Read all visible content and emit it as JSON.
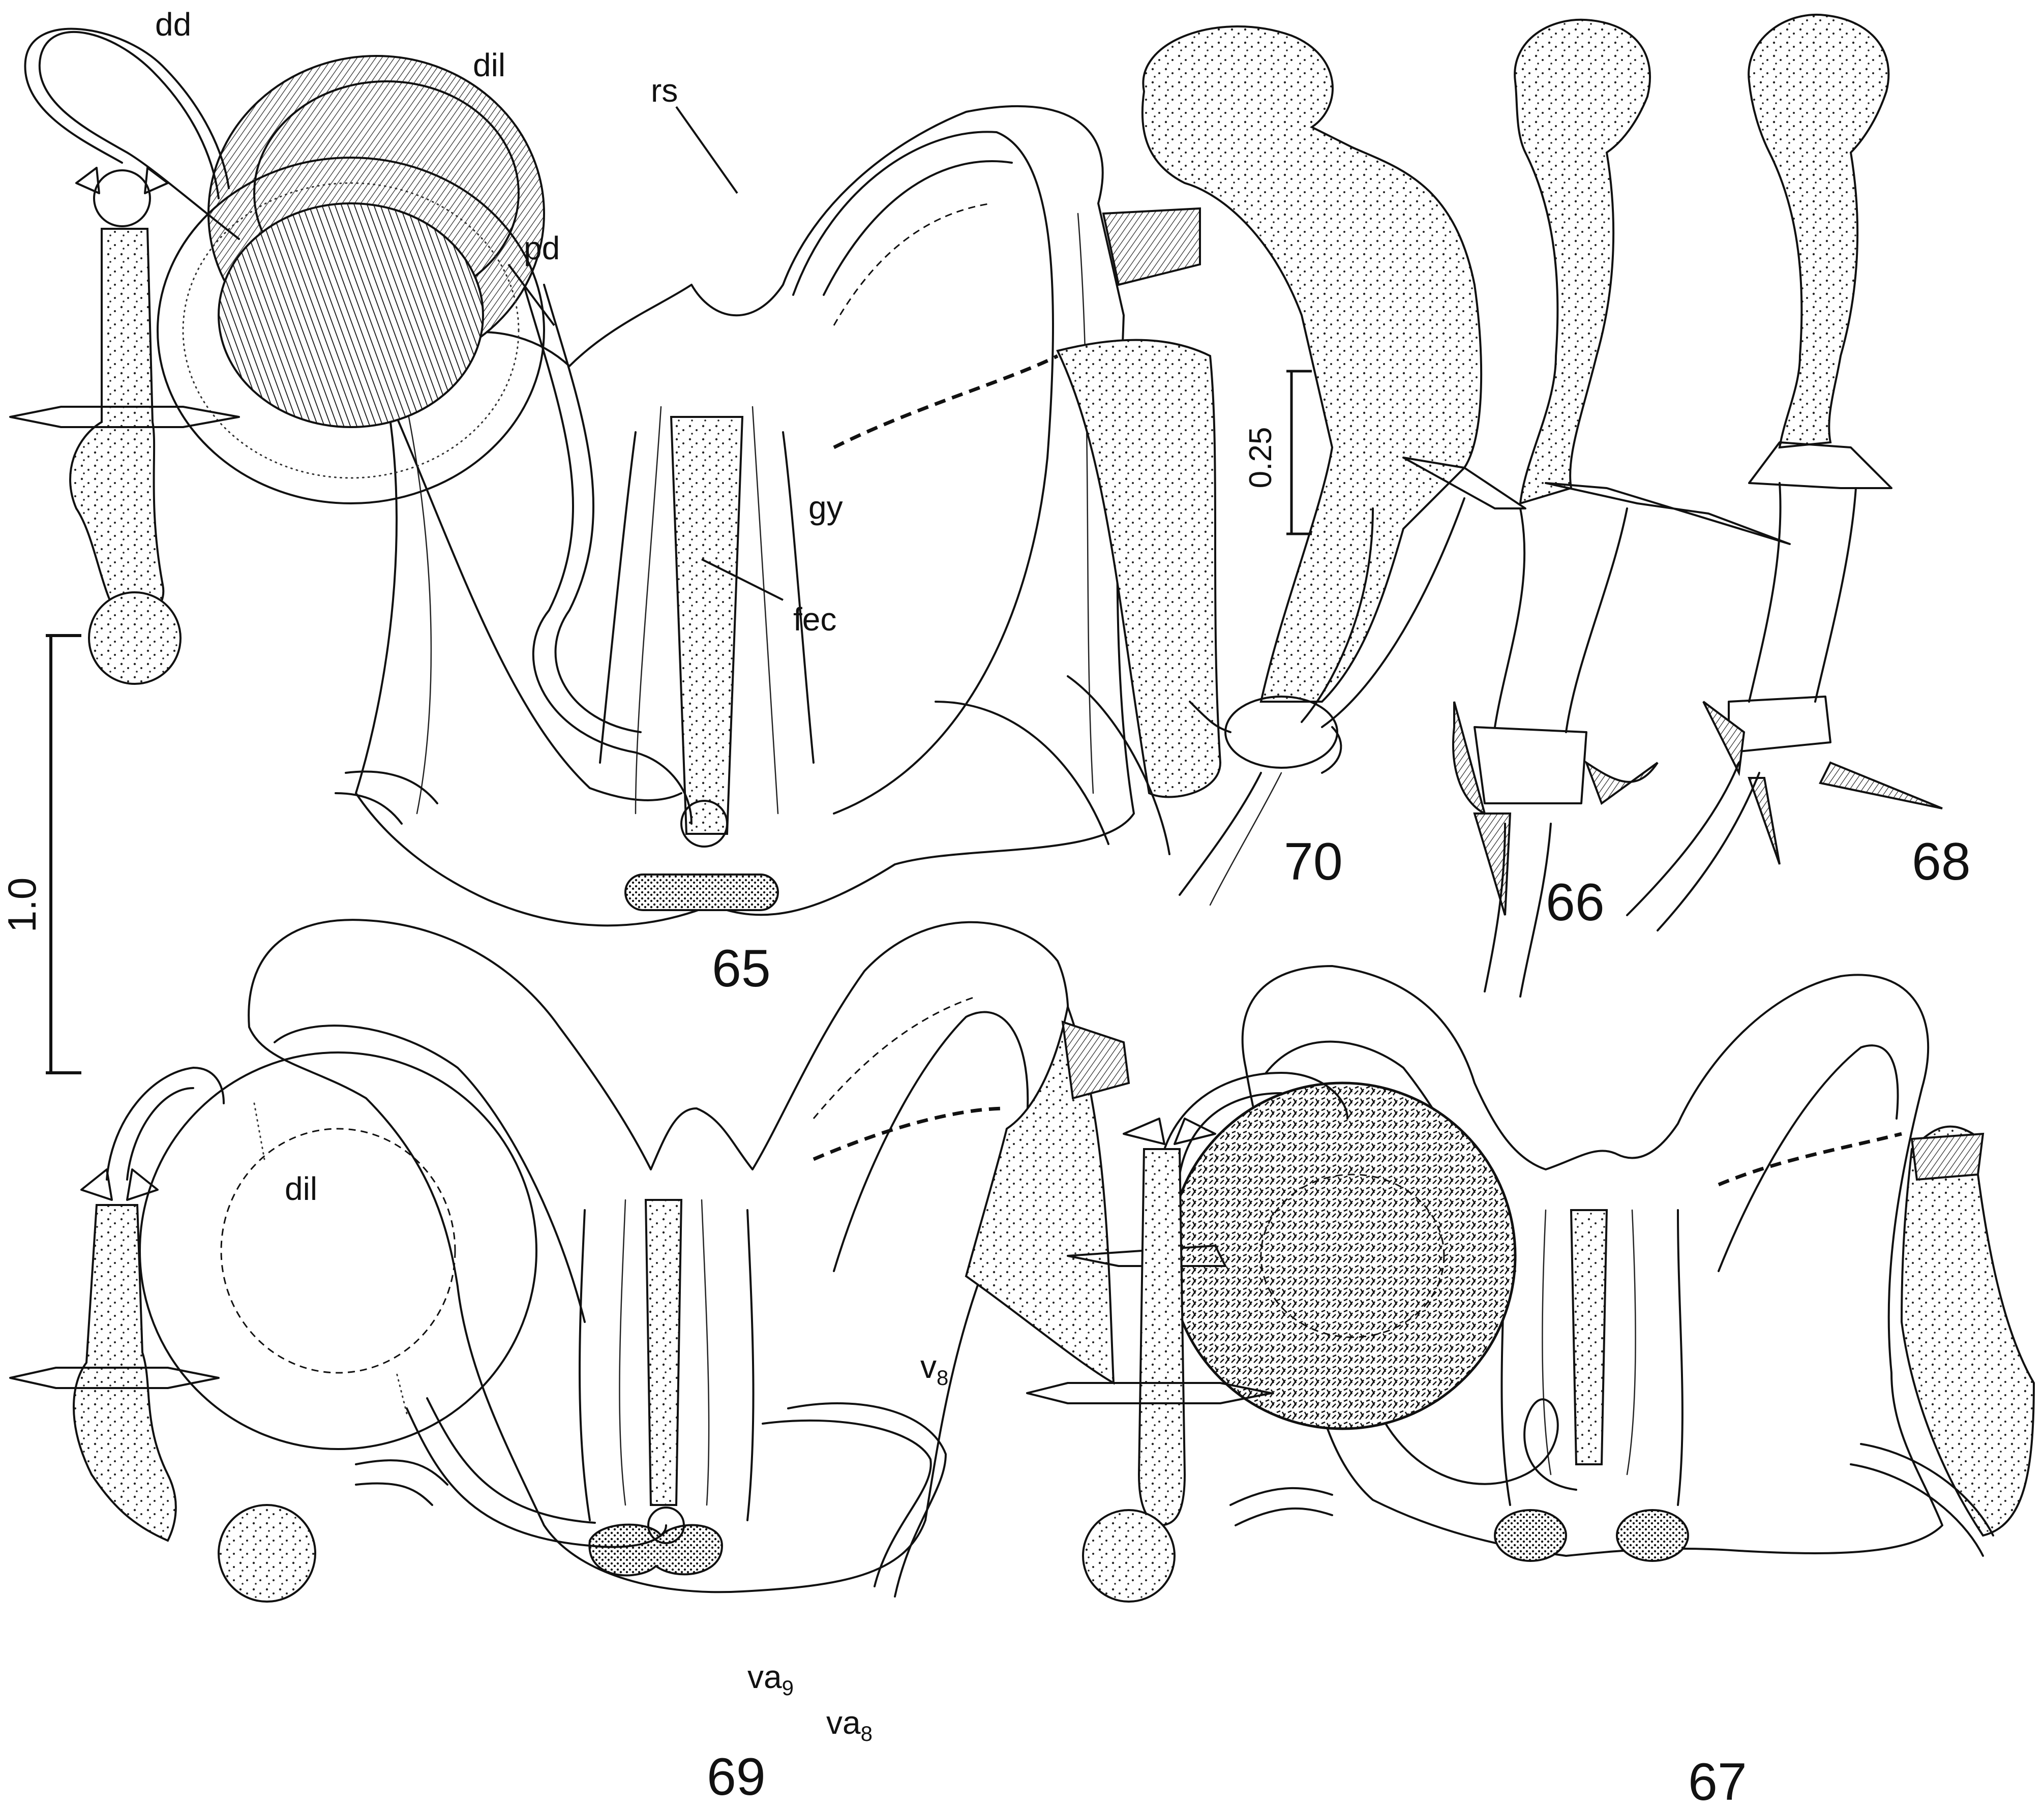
{
  "figure_numbers": {
    "fig65": "65",
    "fig66": "66",
    "fig67": "67",
    "fig68": "68",
    "fig69": "69",
    "fig70": "70"
  },
  "labels": {
    "dd": "dd",
    "dil_top": "dil",
    "pd": "pd",
    "rs": "rs",
    "gy": "gy",
    "fec": "fec",
    "dil_bottom": "dil",
    "v8": "v",
    "v8_sub": "8",
    "va9": "va",
    "va9_sub": "9",
    "va8": "va",
    "va8_sub": "8"
  },
  "scale_bars": {
    "large": "1.0",
    "small": "0.25"
  }
}
